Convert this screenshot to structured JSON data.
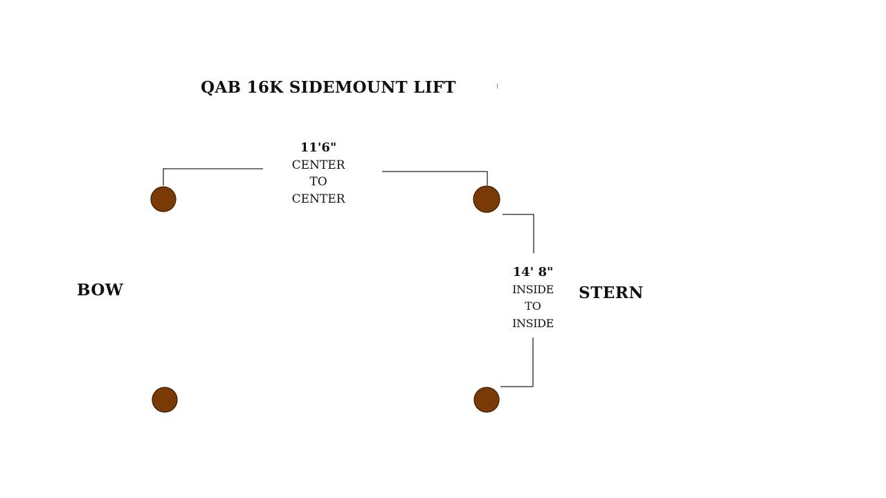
{
  "title": "QAB 16K SIDEMOUNT LIFT",
  "labels": {
    "bow": "BOW",
    "stern": "STERN"
  },
  "dimensions": {
    "center_to_center": {
      "value": "11'6\"",
      "line1": "CENTER",
      "line2": "TO",
      "line3": "CENTER"
    },
    "inside_to_inside": {
      "value": "14' 8\"",
      "line1": "INSIDE",
      "line2": "TO",
      "line3": "INSIDE"
    }
  },
  "colors": {
    "post_fill": "#7a3a05",
    "post_stroke": "#3a1a00",
    "line": "#222222",
    "text": "#111111"
  }
}
